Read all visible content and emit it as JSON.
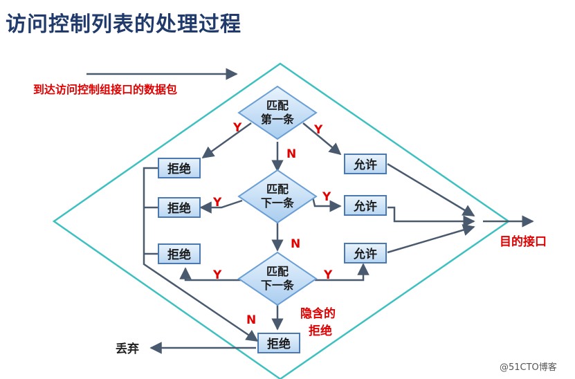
{
  "title": "访问控制列表的处理过程",
  "diagram": {
    "incoming_label": "到达访问控制组接口的数据包",
    "decision_first": {
      "line1": "匹配",
      "line2": "第一条"
    },
    "decision_next_1": {
      "line1": "匹配",
      "line2": "下一条"
    },
    "decision_next_2": {
      "line1": "匹配",
      "line2": "下一条"
    },
    "deny": "拒绝",
    "permit": "允许",
    "yes": "Y",
    "no": "N",
    "implicit_deny_line1": "隐含的",
    "implicit_deny_line2": "拒绝",
    "destination": "目的接口",
    "discard": "丢弃"
  },
  "watermark": "@51CTO博客",
  "colors": {
    "title": "#1f3a6b",
    "outer_diamond": "#3cc0c0",
    "arrow": "#4a5a6e",
    "box_fill": "#cfe4f7",
    "box_border": "#4a78b0",
    "label_red": "#e00000"
  }
}
